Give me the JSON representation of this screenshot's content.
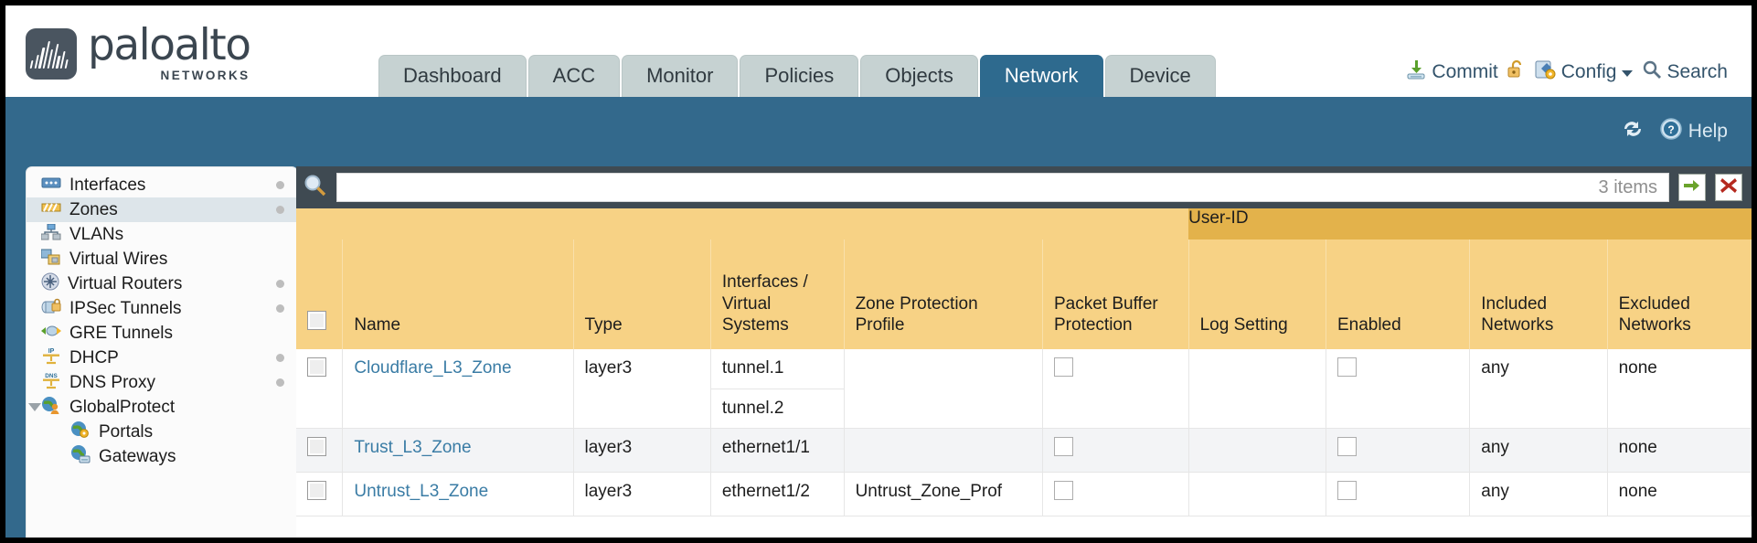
{
  "brand": {
    "name": "paloalto",
    "sub": "NETWORKS",
    "registered": "®"
  },
  "tabs": [
    {
      "label": "Dashboard",
      "active": false
    },
    {
      "label": "ACC",
      "active": false
    },
    {
      "label": "Monitor",
      "active": false
    },
    {
      "label": "Policies",
      "active": false
    },
    {
      "label": "Objects",
      "active": false
    },
    {
      "label": "Network",
      "active": true
    },
    {
      "label": "Device",
      "active": false
    }
  ],
  "topright": {
    "commit": "Commit",
    "config": "Config",
    "search": "Search",
    "commit_icon": "commit-download-icon",
    "lock_icon": "unlocked-padlock-icon",
    "config_icon": "wrench-gear-icon",
    "caret_icon": "chevron-down-icon",
    "search_icon": "magnifier-icon"
  },
  "blueband": {
    "refresh_icon": "refresh-icon",
    "help_label": "Help",
    "help_icon": "question-circle-icon"
  },
  "sidebar": {
    "items": [
      {
        "label": "Interfaces",
        "icon": "interfaces-icon",
        "selected": false,
        "dot": true,
        "child": false,
        "expander": false
      },
      {
        "label": "Zones",
        "icon": "zones-icon",
        "selected": true,
        "dot": true,
        "child": false,
        "expander": false
      },
      {
        "label": "VLANs",
        "icon": "vlans-icon",
        "selected": false,
        "dot": false,
        "child": false,
        "expander": false
      },
      {
        "label": "Virtual Wires",
        "icon": "virtual-wires-icon",
        "selected": false,
        "dot": false,
        "child": false,
        "expander": false
      },
      {
        "label": "Virtual Routers",
        "icon": "virtual-routers-icon",
        "selected": false,
        "dot": true,
        "child": false,
        "expander": false
      },
      {
        "label": "IPSec Tunnels",
        "icon": "ipsec-tunnels-icon",
        "selected": false,
        "dot": true,
        "child": false,
        "expander": false
      },
      {
        "label": "GRE Tunnels",
        "icon": "gre-tunnels-icon",
        "selected": false,
        "dot": false,
        "child": false,
        "expander": false
      },
      {
        "label": "DHCP",
        "icon": "dhcp-icon",
        "selected": false,
        "dot": true,
        "child": false,
        "expander": false
      },
      {
        "label": "DNS Proxy",
        "icon": "dns-proxy-icon",
        "selected": false,
        "dot": true,
        "child": false,
        "expander": false
      },
      {
        "label": "GlobalProtect",
        "icon": "globalprotect-icon",
        "selected": false,
        "dot": false,
        "child": false,
        "expander": true
      },
      {
        "label": "Portals",
        "icon": "portals-icon",
        "selected": false,
        "dot": false,
        "child": true,
        "expander": false
      },
      {
        "label": "Gateways",
        "icon": "gateways-icon",
        "selected": false,
        "dot": false,
        "child": true,
        "expander": false
      }
    ]
  },
  "filter": {
    "value": "",
    "placeholder": "",
    "item_count": "3 items",
    "search_icon": "magnifier-icon",
    "apply_icon": "green-arrow-icon",
    "clear_icon": "red-x-icon"
  },
  "table": {
    "group_header": "User-ID",
    "columns": [
      "Name",
      "Type",
      "Interfaces / Virtual Systems",
      "Zone Protection Profile",
      "Packet Buffer Protection",
      "Log Setting",
      "Enabled",
      "Included Networks",
      "Excluded Networks"
    ],
    "rows": [
      {
        "name": "Cloudflare_L3_Zone",
        "type": "layer3",
        "interfaces": [
          "tunnel.1",
          "tunnel.2"
        ],
        "zone_protection_profile": "",
        "packet_buffer_protection": false,
        "log_setting": "",
        "userid_enabled": false,
        "included_networks": "any",
        "excluded_networks": "none"
      },
      {
        "name": "Trust_L3_Zone",
        "type": "layer3",
        "interfaces": [
          "ethernet1/1"
        ],
        "zone_protection_profile": "",
        "packet_buffer_protection": false,
        "log_setting": "",
        "userid_enabled": false,
        "included_networks": "any",
        "excluded_networks": "none"
      },
      {
        "name": "Untrust_L3_Zone",
        "type": "layer3",
        "interfaces": [
          "ethernet1/2"
        ],
        "zone_protection_profile": "Untrust_Zone_Prof",
        "packet_buffer_protection": false,
        "log_setting": "",
        "userid_enabled": false,
        "included_networks": "any",
        "excluded_networks": "none"
      }
    ]
  },
  "colors": {
    "brand_blue": "#33698c",
    "active_tab": "#2e6a8e",
    "header_gold": "#f7d285",
    "group_gold": "#e3b24b",
    "link_blue": "#3a7ca5",
    "panel_dark": "#3f4a52"
  }
}
